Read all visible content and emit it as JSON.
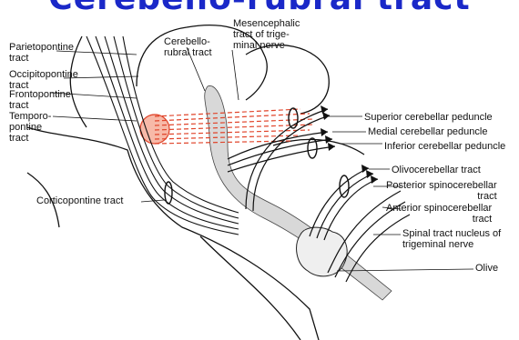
{
  "title": "Cerebello-rubral tract",
  "labels": {
    "parietopontine": "Parietopontine\ntract",
    "occipitopontine": "Occipitopontine\ntract",
    "frontopontine": "Frontopontine\ntract",
    "temporopontine": "Temporo-\npontine\ntract",
    "cerebellorubral": "Cerebello-\nrubral tract",
    "mesencephalic": "Mesencephalic\ntract of trige-\nminal nerve",
    "superior_peduncle": "Superior cerebellar peduncle",
    "medial_peduncle": "Medial cerebellar peduncle",
    "inferior_peduncle": "Inferior cerebellar peduncle",
    "olivocerebellar": "Olivocerebellar tract",
    "posterior_spinocerebellar": "Posterior spinocerebellar\ntract",
    "anterior_spinocerebellar": "Anterior spinocerebellar\ntract",
    "spinal_trigeminal": "Spinal tract nucleus of\ntrigeminal nerve",
    "olive": "Olive",
    "corticopontine": "Corticopontine tract"
  },
  "colors": {
    "title": "#1a28c8",
    "red_fibers": "#e0442a",
    "line": "#111111"
  }
}
